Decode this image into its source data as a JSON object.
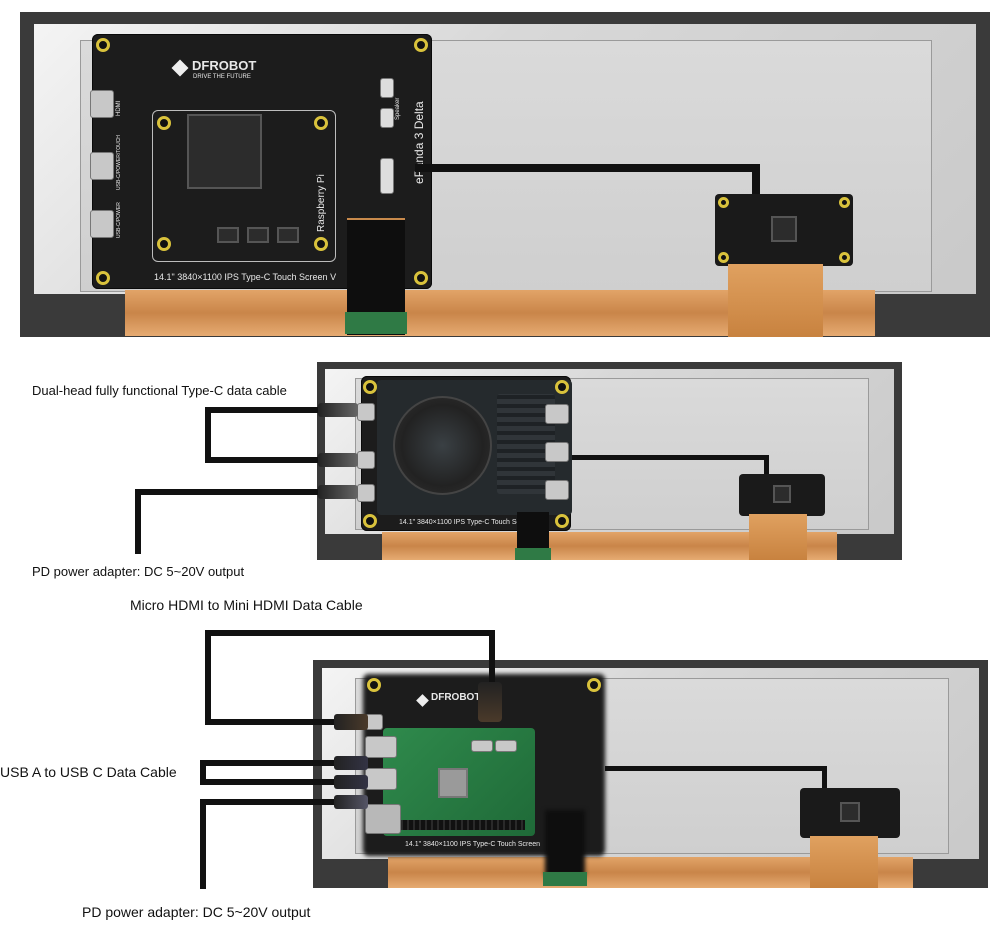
{
  "panel1": {
    "brand": "DFROBOT",
    "tagline": "DRIVE THE FUTURE",
    "product_name": "ePanda 3 Delta",
    "hdmi_label": "HDMI",
    "usb_power_touch_label": "USB-C/POWER/TOUCH",
    "usb_power_label": "USB-C/POWER",
    "speaker_label": "Speaker",
    "raspberry_label": "Raspberry Pi",
    "screen_label": "14.1\" 3840×1100 IPS Type-C Touch Screen V"
  },
  "panel2": {
    "screen_label": "14.1\" 3840×1100 IPS Type-C Touch Screen",
    "label_cable": "Dual-head fully functional Type-C data cable",
    "label_power": "PD power adapter: DC 5~20V output"
  },
  "panel3": {
    "brand": "DFROBOT",
    "screen_label": "14.1\" 3840×1100 IPS Type-C Touch Screen",
    "label_hdmi": "Micro HDMI to Mini HDMI Data Cable",
    "label_usb": "USB A to USB C Data Cable",
    "label_power": "PD power adapter: DC 5~20V output"
  },
  "colors": {
    "bezel": "#3a3a3a",
    "screen": "#d4d4d4",
    "pcb": "#1c1c1c",
    "fpc": "#d79556",
    "cable": "#111111",
    "silkscreen": "#e8e8e8",
    "mount_ring": "#d9c23c"
  }
}
